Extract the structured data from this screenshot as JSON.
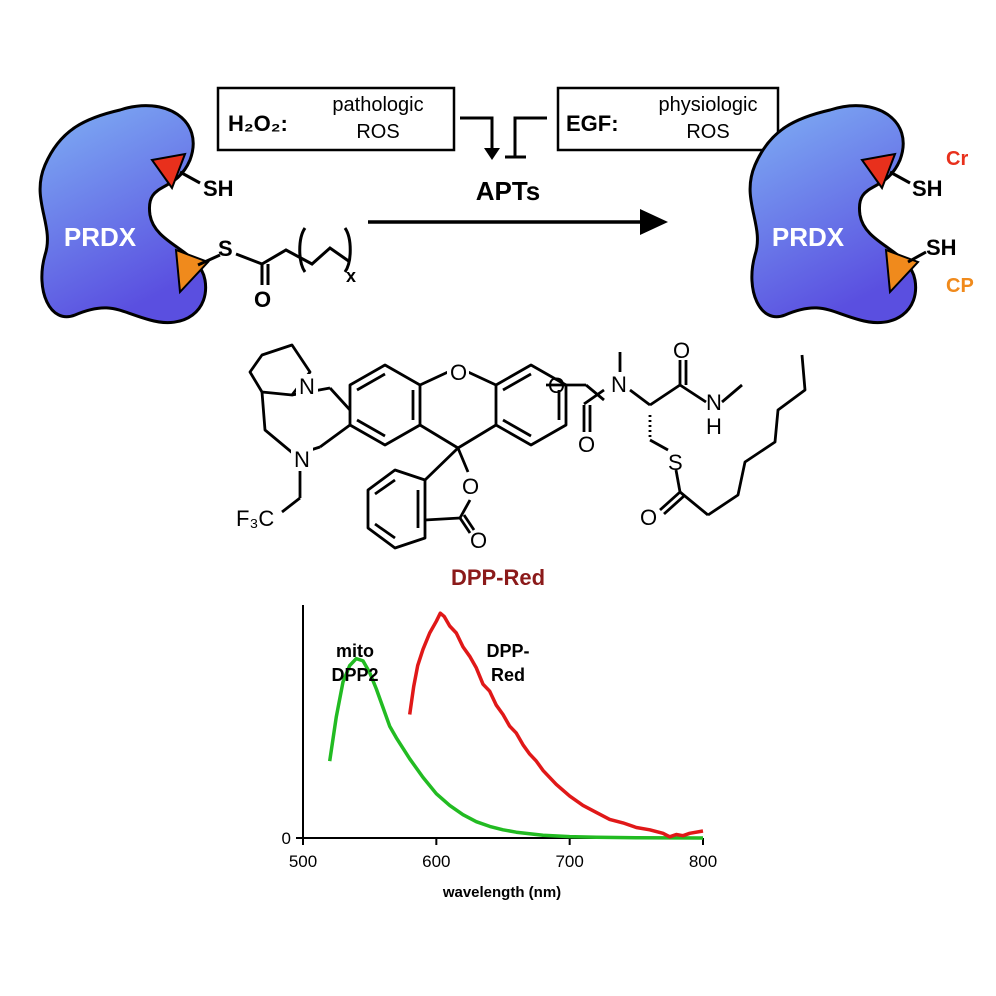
{
  "scheme": {
    "h2o2_box": {
      "label": "H₂O₂:",
      "line1": "pathologic",
      "line2": "ROS"
    },
    "egf_box": {
      "label": "EGF:",
      "line1": "physiologic",
      "line2": "ROS"
    },
    "apts_label": "APTs",
    "left_protein": {
      "label": "PRDX",
      "sh": "SH",
      "thioester_s": "S",
      "thioester_o": "O",
      "subscript": "x"
    },
    "right_protein": {
      "label": "PRDX",
      "sh_top": "SH",
      "sh_bottom": "SH",
      "cr_label": "Cr",
      "cp_label": "CP"
    },
    "colors": {
      "protein_top": "#7aa6f2",
      "protein_bottom": "#5a4fe0",
      "cr": "#e8301c",
      "cp": "#f08a1c",
      "probe_name": "#8b1a1a"
    }
  },
  "molecule": {
    "name": "DPP-Red",
    "atoms": {
      "n1": "N",
      "n2": "N",
      "f3c": "F₃C",
      "o_bridge": "O",
      "o_lactone": "O",
      "o_carbonyl_lactone": "O",
      "o_carbamate": "O",
      "o_carbamate_co": "O",
      "n_carbamate": "N",
      "o_amide": "O",
      "nh": "N",
      "h": "H",
      "s": "S",
      "o_thioester": "O"
    }
  },
  "chart_data": {
    "type": "line",
    "xlabel": "wavelength (nm)",
    "ylabel": "",
    "xlim": [
      500,
      800
    ],
    "ylim": [
      0,
      1.0
    ],
    "x_ticks": [
      "500",
      "600",
      "700",
      "800"
    ],
    "y_ticks": [
      "0"
    ],
    "series": [
      {
        "name": "mito DPP2",
        "label_line1": "mito",
        "label_line2": "DPP2",
        "color": "#22bb22",
        "x": [
          520,
          525,
          530,
          535,
          540,
          545,
          550,
          555,
          560,
          565,
          570,
          580,
          590,
          600,
          610,
          620,
          630,
          640,
          650,
          660,
          680,
          700,
          720,
          750,
          800
        ],
        "y": [
          0.33,
          0.52,
          0.67,
          0.74,
          0.77,
          0.76,
          0.71,
          0.64,
          0.56,
          0.48,
          0.43,
          0.34,
          0.26,
          0.19,
          0.14,
          0.1,
          0.07,
          0.05,
          0.035,
          0.025,
          0.012,
          0.006,
          0.003,
          0.001,
          0.0
        ]
      },
      {
        "name": "DPP-Red",
        "label_line1": "DPP-",
        "label_line2": "Red",
        "color": "#e01818",
        "x": [
          580,
          583,
          586,
          590,
          595,
          600,
          603,
          606,
          610,
          615,
          620,
          625,
          630,
          635,
          640,
          645,
          650,
          655,
          660,
          665,
          670,
          675,
          680,
          690,
          700,
          710,
          720,
          730,
          740,
          750,
          760,
          770,
          775,
          780,
          785,
          790,
          800
        ],
        "y": [
          0.53,
          0.65,
          0.74,
          0.81,
          0.88,
          0.93,
          0.965,
          0.95,
          0.91,
          0.88,
          0.82,
          0.78,
          0.73,
          0.66,
          0.63,
          0.57,
          0.53,
          0.48,
          0.45,
          0.4,
          0.36,
          0.33,
          0.29,
          0.23,
          0.18,
          0.14,
          0.11,
          0.08,
          0.065,
          0.045,
          0.035,
          0.02,
          0.005,
          0.015,
          0.01,
          0.02,
          0.03
        ]
      }
    ],
    "grid": false,
    "legend": "inline labels"
  }
}
